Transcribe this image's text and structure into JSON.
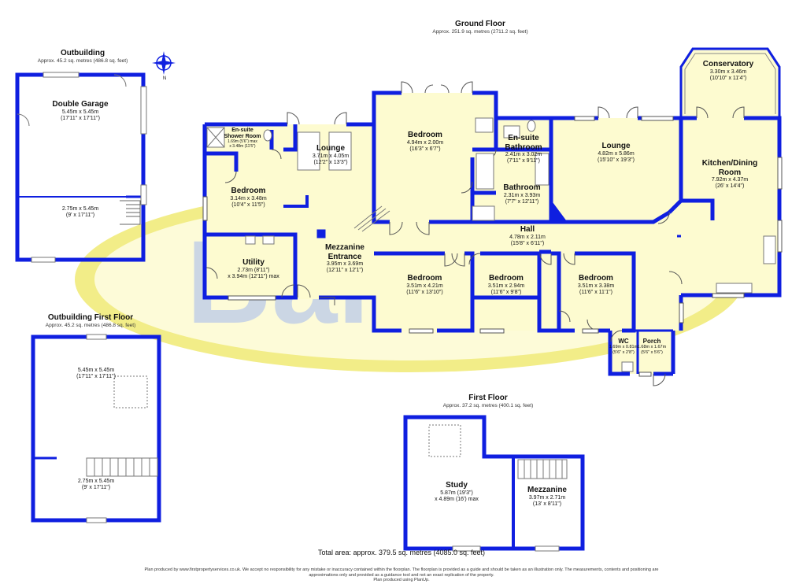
{
  "brand": {
    "watermark": "Barbers",
    "colors": {
      "wall": "#0f1fe0",
      "floor": "#fdfbd0",
      "watermark_fill": "#f2ed88",
      "watermark_text": "#b9c9e6"
    }
  },
  "compass": {
    "label": "N",
    "icon": "north-arrow-icon"
  },
  "floors": {
    "ground": {
      "title": "Ground Floor",
      "area": "Approx. 251.9 sq. metres (2711.2 sq. feet)"
    },
    "first": {
      "title": "First Floor",
      "area": "Approx. 37.2 sq. metres (400.1 sq. feet)"
    },
    "outbuilding": {
      "title": "Outbuilding",
      "area": "Approx. 45.2 sq. metres (486.8 sq. feet)"
    },
    "outbuilding_first": {
      "title": "Outbuilding First Floor",
      "area": "Approx. 45.2 sq. metres (486.8 sq. feet)"
    }
  },
  "rooms": {
    "double_garage": {
      "name": "Double Garage",
      "metric": "5.45m x 5.45m",
      "imperial": "(17'11\" x 17'11\")"
    },
    "garage_rear": {
      "metric": "2.75m x 5.45m",
      "imperial": "(9' x 17'11\")"
    },
    "outbuilding_upper": {
      "metric": "5.45m x 5.45m",
      "imperial": "(17'11\" x 17'11\")"
    },
    "outbuilding_upper_rear": {
      "metric": "2.75m x 5.45m",
      "imperial": "(9' x 17'11\")"
    },
    "ensuite_shower": {
      "name": "En-suite Shower Room",
      "metric": "1.69m (5'6\") max",
      "imperial": "x 3.48m (11'5\")"
    },
    "lounge_west": {
      "name": "Lounge",
      "metric": "3.71m x 4.05m",
      "imperial": "(12'2\" x 13'3\")"
    },
    "bedroom_north": {
      "name": "Bedroom",
      "metric": "4.94m x 2.00m",
      "imperial": "(16'3\" x 6'7\")"
    },
    "ensuite_bathroom": {
      "name": "En-suite Bathroom",
      "metric": "2.41m x 3.02m",
      "imperial": "(7'11\" x 9'11\")"
    },
    "bathroom": {
      "name": "Bathroom",
      "metric": "2.31m x 3.93m",
      "imperial": "(7'7\" x 12'11\")"
    },
    "lounge_east": {
      "name": "Lounge",
      "metric": "4.82m x 5.86m",
      "imperial": "(15'10\" x 19'3\")"
    },
    "conservatory": {
      "name": "Conservatory",
      "metric": "3.30m x 3.46m",
      "imperial": "(10'10\" x 11'4\")"
    },
    "kitchen": {
      "name": "Kitchen/Dining Room",
      "metric": "7.92m x 4.37m",
      "imperial": "(26' x 14'4\")"
    },
    "bedroom_west": {
      "name": "Bedroom",
      "metric": "3.14m x 3.48m",
      "imperial": "(10'4\" x 11'5\")"
    },
    "utility": {
      "name": "Utility",
      "metric": "2.73m (8'11\")",
      "imperial": "x 3.94m (12'11\") max"
    },
    "mezzanine_entrance": {
      "name": "Mezzanine Entrance",
      "metric": "3.95m x 3.69m",
      "imperial": "(12'11\" x 12'1\")"
    },
    "hall": {
      "name": "Hall",
      "metric": "4.78m x 2.11m",
      "imperial": "(15'8\" x 6'11\")"
    },
    "bedroom_s1": {
      "name": "Bedroom",
      "metric": "3.51m x 4.21m",
      "imperial": "(11'6\" x 13'10\")"
    },
    "bedroom_s2": {
      "name": "Bedroom",
      "metric": "3.51m x 2.94m",
      "imperial": "(11'6\" x 9'8\")"
    },
    "bedroom_s3": {
      "name": "Bedroom",
      "metric": "3.51m x 3.38m",
      "imperial": "(11'6\" x 11'1\")"
    },
    "wc": {
      "name": "WC",
      "metric": "1.69m x 0.81m",
      "imperial": "(5'6\" x 2'8\")"
    },
    "porch": {
      "name": "Porch",
      "metric": "1.68m x 1.67m",
      "imperial": "(5'6\" x 5'6\")"
    },
    "study": {
      "name": "Study",
      "metric": "5.87m (19'3\")",
      "imperial": "x 4.89m (16') max"
    },
    "mezzanine": {
      "name": "Mezzanine",
      "metric": "3.97m x 2.71m",
      "imperial": "(13' x 8'11\")"
    }
  },
  "total_area": "Total area: approx. 379.5 sq. metres (4085.0 sq. feet)",
  "disclaimer": {
    "line1": "Plan produced by www.firstpropertyservices.co.uk. We accept no responsibility for any mistake or inaccuracy contained within the floorplan. The floorplan is provided as a guide and should be taken as an illustration only. The measurements, contents and positioning are",
    "line2": "approximations only and provided as a guidance tool and not an exact replication of the property.",
    "line3": "Plan produced using PlanUp."
  }
}
